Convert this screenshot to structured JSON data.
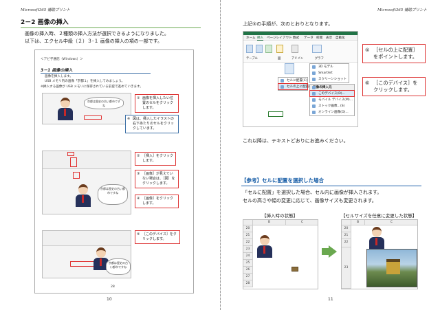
{
  "left_page": {
    "header": "Microsoft365 補助プリント",
    "section_title": "2－2 画像の挿入",
    "intro_line1": "画像の挿入時、２種類の挿入方法が選択できるようになりました。",
    "intro_line2": "以下は、エクセル中級（２）３-１ 画像の挿入の項の一部です。",
    "page_number": "10",
    "embedded_doc": {
      "crumb": "＜アビ子通記（Windows）＞",
      "title": "3－1 画像の挿入",
      "line1": "画像を挿入します。",
      "line2": "USB メモリ内の画像「京都１」を挿入してみましょう。",
      "note": "※挿入する画像が USB メモリに保存されている前提で進めていきます。",
      "page_number": "28",
      "callout1_num": "①",
      "callout1": "画像を挿入したい位置のセルをクリックします。",
      "callout_note_num": "※",
      "callout_note": "図は、挿入したイラストの右下あたりのセルをクリックしています。",
      "callout2_num": "②",
      "callout2": "［挿入］をクリックします。",
      "callout3_num": "③",
      "callout3": "［画像］が見えていない場合は、［図］をクリックします。",
      "callout4_num": "④",
      "callout4": "［画像］をクリックします。",
      "callout5_num": "⑤",
      "callout5": "［このデバイス］をクリックします。",
      "bubble1": "京都は歴史の古い都市ですね",
      "bubble2": "京都は歴史の古い都市ですね",
      "bubble3": "京都は歴史の古い都市ですね"
    }
  },
  "right_page": {
    "header": "Microsoft365 補助プリント",
    "lead": "上記⑤の手順が、次のとおりとなります。",
    "callout6_num": "⑤",
    "callout6": "［セルの上に配置］をポイントします。",
    "callout7_num": "⑥",
    "callout7": "［このデバイス］をクリックします。",
    "after_text": "これ以降は、テキストどおりにお進みください。",
    "ref_title": "【参考】セルに配置を選択した場合",
    "ref_line1": "「セルに配置」を選択した場合、セル内に画像が挿入されます。",
    "ref_line2": "セルの高さや幅の変更に応じて、画像サイズも変更されます。",
    "label_before": "【挿入時の状態】",
    "label_after": "【セルサイズを任意に変更した状態】",
    "page_number": "11",
    "ribbon_tabs": [
      "ホーム",
      "挿入",
      "ページレイアウト",
      "数式",
      "データ",
      "校閲",
      "表示",
      "自動化"
    ],
    "ribbon_groups": [
      "テーブル",
      "図",
      "アドイン",
      "グラフ"
    ],
    "menu_left": [
      "セルに配置(C)",
      "セルの上に配置(O)"
    ],
    "menu_right_top": [
      "3D モデル",
      "SmartArt",
      "スクリーンショット"
    ],
    "menu_right_header": "画像の挿入元",
    "menu_right": [
      "このデバイス(D)...",
      "モバイル デバイス(M)...",
      "ストック画像...(S)",
      "オンライン画像(O)..."
    ],
    "grid_cols": [
      "B",
      "C"
    ],
    "grid_rows": [
      "20",
      "21",
      "22",
      "23",
      "24",
      "25",
      "26",
      "27",
      "28"
    ],
    "grid2_cols": [
      "B",
      "C"
    ],
    "grid2_rows": [
      "20",
      "21",
      "22",
      "23"
    ]
  },
  "colors": {
    "accent_green": "#6aa84f",
    "callout_red": "#d33333",
    "ref_blue": "#1a5fa8",
    "excel_green": "#217346"
  }
}
